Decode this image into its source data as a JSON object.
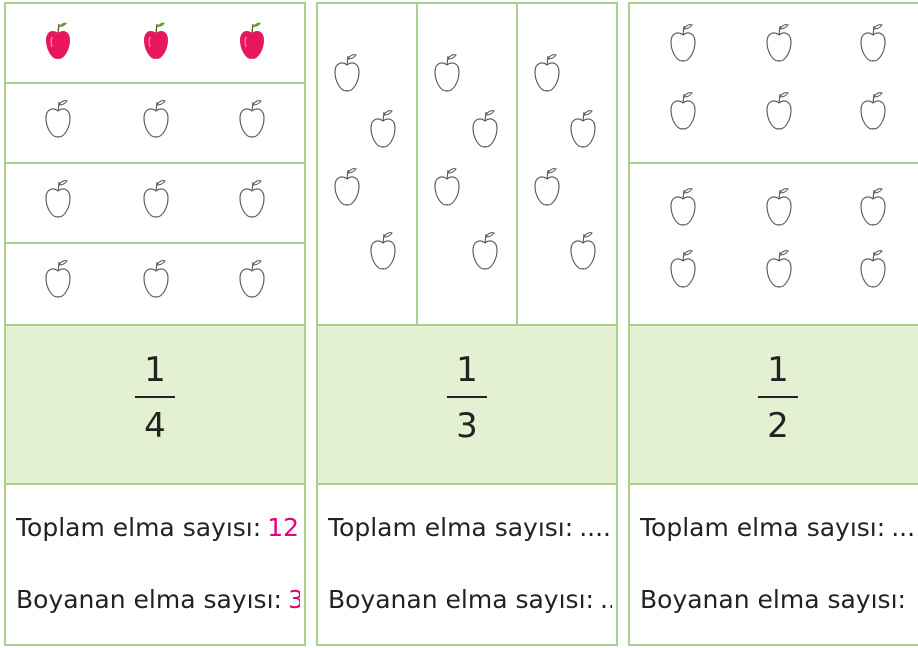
{
  "cards": [
    {
      "fraction": {
        "numerator": "1",
        "denominator": "4"
      },
      "lines": [
        {
          "label": "Toplam elma sayısı:",
          "value": "12"
        },
        {
          "label": "Boyanan elma sayısı:",
          "value": "3"
        }
      ]
    },
    {
      "fraction": {
        "numerator": "1",
        "denominator": "3"
      },
      "lines": [
        {
          "label": "Toplam elma sayısı:",
          "value": "........"
        },
        {
          "label": "Boyanan elma sayısı:",
          "value": "........"
        }
      ]
    },
    {
      "fraction": {
        "numerator": "1",
        "denominator": "2"
      },
      "lines": [
        {
          "label": "Toplam elma sayısı:",
          "value": "........"
        },
        {
          "label": "Boyanan elma sayısı:",
          "value": "........"
        }
      ]
    }
  ],
  "icons": {
    "filled_apple": "apple-filled-icon",
    "outline_apple": "apple-outline-icon"
  },
  "colors": {
    "border": "#a9d18e",
    "fraction_bg": "#e3f0d2",
    "apple_fill": "#e8175d",
    "leaf": "#5aa02c",
    "highlight_value": "#e6007e"
  }
}
